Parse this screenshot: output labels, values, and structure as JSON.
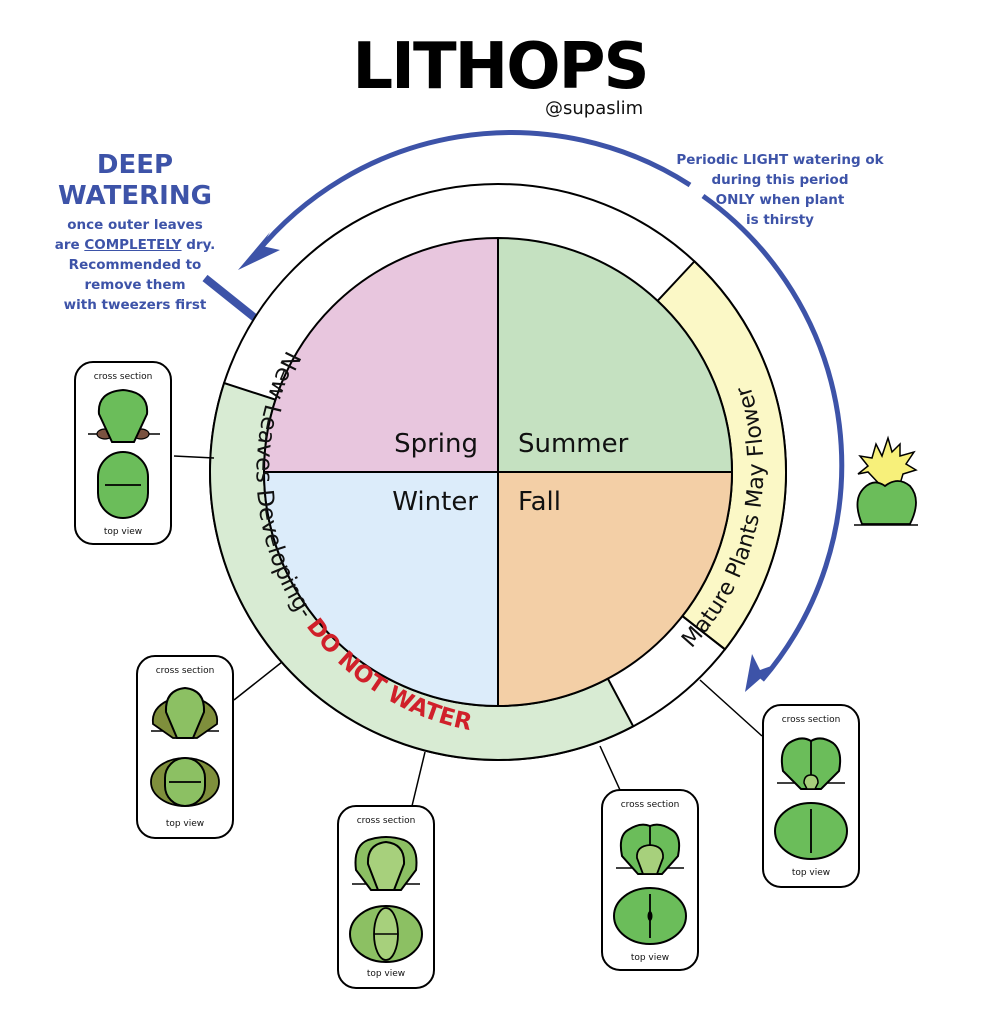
{
  "header": {
    "title": "LITHOPS",
    "handle": "@supaslim"
  },
  "notes": {
    "deep_watering": {
      "title_line1": "DEEP",
      "title_line2": "WATERING",
      "line1": "once outer leaves",
      "line2_prefix": "are ",
      "line2_emphasis": "COMPLETELY",
      "line2_suffix": " dry.",
      "line3": "Recommended to",
      "line4": "remove them",
      "line5": "with tweezers first"
    },
    "light_watering": {
      "line1": "Periodic LIGHT watering ok",
      "line2": "during this period",
      "line3": "ONLY when plant",
      "line4": "is thirsty"
    }
  },
  "seasons": [
    {
      "label": "Spring",
      "color": "#e8c6de"
    },
    {
      "label": "Summer",
      "color": "#c5e1c1"
    },
    {
      "label": "Winter",
      "color": "#dcecfa"
    },
    {
      "label": "Fall",
      "color": "#f3cfa6"
    }
  ],
  "ring": {
    "new_leaves_label": "New Leaves Developing- ",
    "do_not_water_label": "DO NOT WATER",
    "new_leaves_color": "#d8ebd3",
    "flower_label": "Mature Plants May Flower",
    "flower_color": "#fbf8c6",
    "warning_color": "#d0202a"
  },
  "colors": {
    "arrow": "#3d53a8",
    "leaf_green": "#6bbd5a",
    "leaf_light": "#a7d07c",
    "leaf_olive": "#7f8f3c",
    "leaf_mid": "#8cc063",
    "soil_brown": "#7a5240",
    "flower_yellow": "#f7f07a"
  },
  "stage_cards": [
    {
      "top_label": "cross section",
      "bottom_label": "top view"
    },
    {
      "top_label": "cross section",
      "bottom_label": "top view"
    },
    {
      "top_label": "cross section",
      "bottom_label": "top view"
    },
    {
      "top_label": "cross section",
      "bottom_label": "top view"
    },
    {
      "top_label": "cross section",
      "bottom_label": "top view"
    }
  ]
}
